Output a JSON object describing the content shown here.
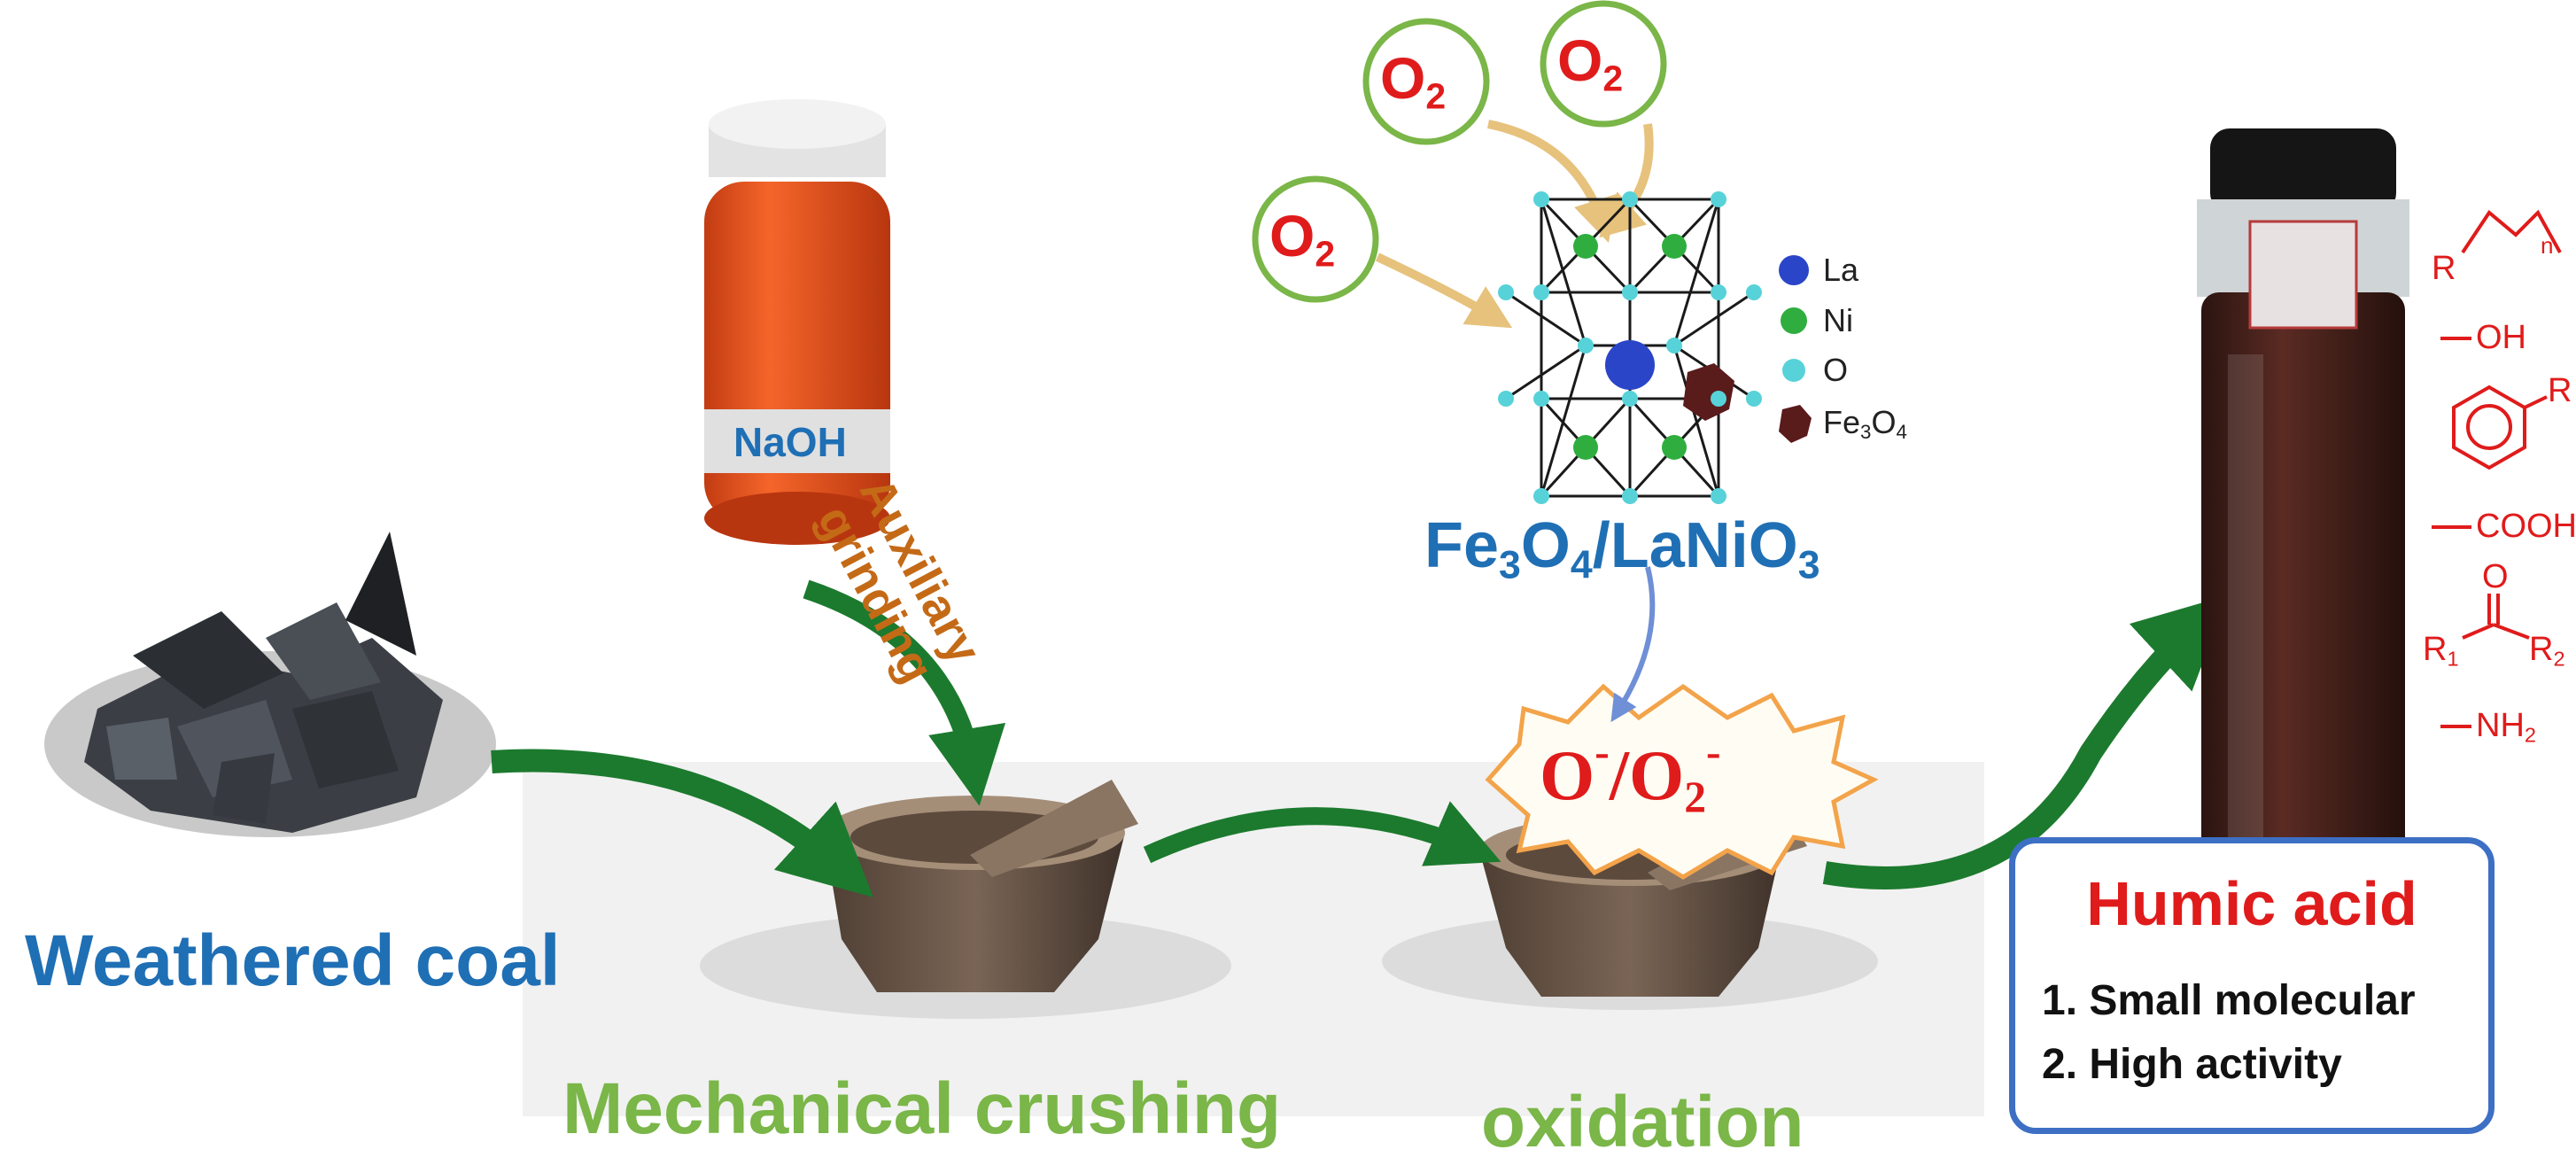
{
  "labels": {
    "weathered_coal": "Weathered coal",
    "naoh": "NaOH",
    "auxiliary": "Auxiliary",
    "grinding": "grinding",
    "mechanical_crushing": "Mechanical crushing",
    "oxidation": "oxidation",
    "oxygen": "O",
    "oxygen_sub": "2",
    "catalyst": {
      "a": "Fe",
      "a_sub": "3",
      "b": "O",
      "b_sub": "4",
      "c": "/LaNiO",
      "c_sub": "3"
    },
    "radicals": {
      "o": "O",
      "o_sup": "-",
      "slash": "/",
      "o2": "O",
      "o2_sub": "2",
      "o2_sup": "-"
    }
  },
  "legend": [
    {
      "symbol": "La",
      "color": "#2a45c8"
    },
    {
      "symbol": "Ni",
      "color": "#2fae3f"
    },
    {
      "symbol": "O",
      "color": "#57d2d8"
    },
    {
      "symbol": "Fe",
      "sub": "3",
      "tail": "O",
      "sub2": "4",
      "color": "#5a1b1b"
    }
  ],
  "functional_groups": {
    "alkyl_r": "R",
    "alkyl_n": "n",
    "hydroxyl": "OH",
    "aromatic_r": "R",
    "carboxyl": "COOH",
    "carbonyl_o": "O",
    "r1": "R",
    "r1_sub": "1",
    "r2": "R",
    "r2_sub": "2",
    "amino": "NH",
    "amino_sub": "2"
  },
  "product": {
    "title": "Humic acid",
    "features": [
      "1. Small molecular",
      "2. High activity"
    ]
  },
  "colors": {
    "step_text_blue": "#1f6fb5",
    "step_text_green": "#7ab648",
    "auxiliary_text": "#c46a17",
    "arrow_green": "#1c7a2e",
    "oxygen_red": "#e01b1b",
    "oxygen_ring": "#7ab648",
    "box_border": "#3d6fc4",
    "bottle_orange": "#f05a23"
  }
}
